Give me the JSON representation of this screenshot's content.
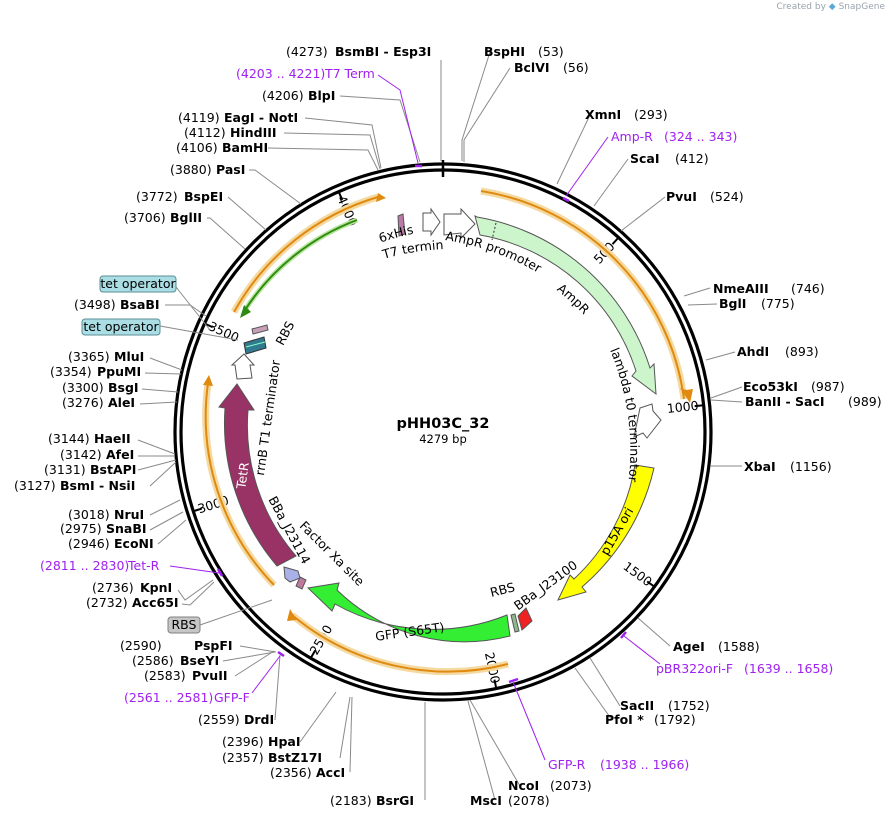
{
  "watermark": {
    "created_by": "Created by",
    "brand": "SnapGene"
  },
  "plasmid": {
    "name": "pHH03C_32",
    "length_label": "4279 bp",
    "length": 4279
  },
  "ticks": [
    {
      "bp": 500,
      "label": "500"
    },
    {
      "bp": 1000,
      "label": "1000"
    },
    {
      "bp": 1500,
      "label": "1500"
    },
    {
      "bp": 2000,
      "label": "2000"
    },
    {
      "bp": 2500,
      "label": "2500"
    },
    {
      "bp": 3000,
      "label": "3000"
    },
    {
      "bp": 3500,
      "label": "3500"
    },
    {
      "bp": 4000,
      "label": "4000"
    }
  ],
  "sites": [
    {
      "name": "BsmBI  -  Esp3I",
      "pos": "(4273)",
      "side": "left"
    },
    {
      "name": "BspHI",
      "pos": "(53)",
      "side": "right"
    },
    {
      "name": "BclVI",
      "pos": "(56)",
      "side": "right"
    },
    {
      "name": "BlpI",
      "pos": "(4206)",
      "side": "left"
    },
    {
      "name": "EagI  -  NotI",
      "pos": "(4119)",
      "side": "left"
    },
    {
      "name": "HindIII",
      "pos": "(4112)",
      "side": "left"
    },
    {
      "name": "BamHI",
      "pos": "(4106)",
      "side": "left"
    },
    {
      "name": "PasI",
      "pos": "(3880)",
      "side": "left"
    },
    {
      "name": "BspEI",
      "pos": "(3772)",
      "side": "left"
    },
    {
      "name": "BglII",
      "pos": "(3706)",
      "side": "left"
    },
    {
      "name": "BsaBI",
      "pos": "(3498)",
      "side": "left"
    },
    {
      "name": "MluI",
      "pos": "(3365)",
      "side": "left"
    },
    {
      "name": "PpuMI",
      "pos": "(3354)",
      "side": "left"
    },
    {
      "name": "BsgI",
      "pos": "(3300)",
      "side": "left"
    },
    {
      "name": "AleI",
      "pos": "(3276)",
      "side": "left"
    },
    {
      "name": "HaeII",
      "pos": "(3144)",
      "side": "left"
    },
    {
      "name": "AfeI",
      "pos": "(3142)",
      "side": "left"
    },
    {
      "name": "BstAPI",
      "pos": "(3131)",
      "side": "left"
    },
    {
      "name": "BsmI  -  NsiI",
      "pos": "(3127)",
      "side": "left"
    },
    {
      "name": "NruI",
      "pos": "(3018)",
      "side": "left"
    },
    {
      "name": "SnaBI",
      "pos": "(2975)",
      "side": "left"
    },
    {
      "name": "EcoNI",
      "pos": "(2946)",
      "side": "left"
    },
    {
      "name": "KpnI",
      "pos": "(2736)",
      "side": "left"
    },
    {
      "name": "Acc65I",
      "pos": "(2732)",
      "side": "left"
    },
    {
      "name": "PspFI",
      "pos": "(2590)",
      "side": "left"
    },
    {
      "name": "BseYI",
      "pos": "(2586)",
      "side": "left"
    },
    {
      "name": "PvuII",
      "pos": "(2583)",
      "side": "left"
    },
    {
      "name": "DrdI",
      "pos": "(2559)",
      "side": "left"
    },
    {
      "name": "HpaI",
      "pos": "(2396)",
      "side": "left"
    },
    {
      "name": "BstZ17I",
      "pos": "(2357)",
      "side": "left"
    },
    {
      "name": "AccI",
      "pos": "(2356)",
      "side": "left"
    },
    {
      "name": "BsrGI",
      "pos": "(2183)",
      "side": "left"
    },
    {
      "name": "MscI",
      "pos": "(2078)",
      "side": "right"
    },
    {
      "name": "NcoI",
      "pos": "(2073)",
      "side": "right"
    },
    {
      "name": "PfoI *",
      "pos": "(1792)",
      "side": "right"
    },
    {
      "name": "SacII",
      "pos": "(1752)",
      "side": "right"
    },
    {
      "name": "AgeI",
      "pos": "(1588)",
      "side": "right"
    },
    {
      "name": "XbaI",
      "pos": "(1156)",
      "side": "right"
    },
    {
      "name": "BanII  -  SacI",
      "pos": "(989)",
      "side": "right"
    },
    {
      "name": "Eco53kI",
      "pos": "(987)",
      "side": "right"
    },
    {
      "name": "AhdI",
      "pos": "(893)",
      "side": "right"
    },
    {
      "name": "BglI",
      "pos": "(775)",
      "side": "right"
    },
    {
      "name": "NmeAIII",
      "pos": "(746)",
      "side": "right"
    },
    {
      "name": "PvuI",
      "pos": "(524)",
      "side": "right"
    },
    {
      "name": "ScaI",
      "pos": "(412)",
      "side": "right"
    },
    {
      "name": "XmnI",
      "pos": "(293)",
      "side": "right"
    }
  ],
  "primers": [
    {
      "name": "T7 Term",
      "range": "(4203 .. 4221)"
    },
    {
      "name": "Amp-R",
      "range": "(324 .. 343)"
    },
    {
      "name": "pBR322ori-F",
      "range": "(1639 .. 1658)"
    },
    {
      "name": "GFP-R",
      "range": "(1938 .. 1966)"
    },
    {
      "name": "GFP-F",
      "range": "(2561 .. 2581)"
    },
    {
      "name": "Tet-R",
      "range": "(2811 .. 2830)"
    }
  ],
  "boxed_labels": [
    {
      "text": "tet operator"
    },
    {
      "text": "tet operator"
    },
    {
      "text": "RBS"
    }
  ],
  "features": {
    "his": "6xHis",
    "t7_term": "T7 terminator",
    "ampr_promoter": "AmpR promoter",
    "ampr": "AmpR",
    "lambda": "lambda t0 terminator",
    "p15a": "p15A ori",
    "j23100": "BBa_J23100",
    "rbs_right": "RBS",
    "gfp": "GFP (S65T)",
    "factor_xa": "Factor Xa site",
    "j23114": "BBa_J23114",
    "tetr": "TetR",
    "rrnb": "rrnB T1 terminator",
    "rbs_left": "RBS"
  },
  "colors": {
    "ampr": "#ccf5cc",
    "p15a": "#ffff00",
    "gfp": "#33ee33",
    "tetr": "#993366",
    "primer": "#a020f0",
    "orf_orange": "#f0a030"
  }
}
